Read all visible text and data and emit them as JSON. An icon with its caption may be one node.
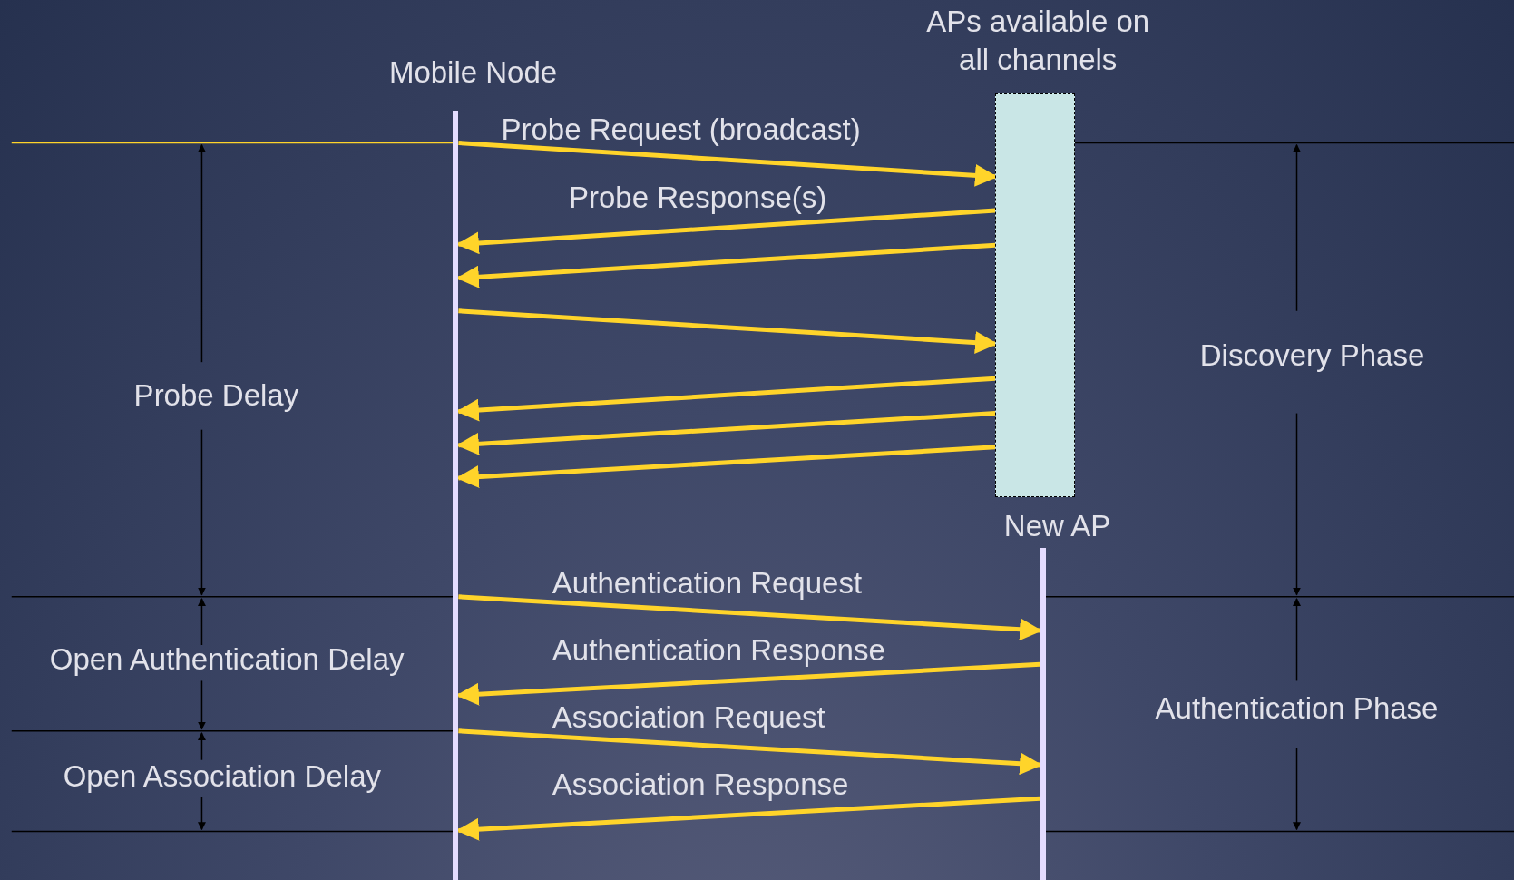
{
  "diagram": {
    "nodes": [
      {
        "text": [
          "Mobile Node"
        ]
      },
      {
        "text": [
          "APs available on all channels"
        ]
      },
      {
        "text": [
          "New AP"
        ]
      }
    ],
    "edges": [
      {
        "from": 0,
        "to": 1,
        "arrow": "to",
        "label": "Probe Request (broadcast)"
      },
      {
        "from": 1,
        "to": 0,
        "arrow": "to",
        "label": "Probe Response(s)"
      },
      {
        "from": 1,
        "to": 0,
        "arrow": "to"
      },
      {
        "from": 0,
        "to": 1,
        "arrow": "to"
      },
      {
        "from": 1,
        "to": 0,
        "arrow": "to"
      },
      {
        "from": 1,
        "to": 0,
        "arrow": "to"
      },
      {
        "from": 1,
        "to": 0,
        "arrow": "to"
      },
      {
        "from": 0,
        "to": 2,
        "arrow": "to",
        "label": "Authentication Request"
      },
      {
        "from": 2,
        "to": 0,
        "arrow": "to",
        "label": "Authentication Response"
      },
      {
        "from": 0,
        "to": 2,
        "arrow": "to",
        "label": "Association Request"
      },
      {
        "from": 2,
        "to": 0,
        "arrow": "to",
        "label": "Association Response"
      }
    ],
    "labels": [
      "Probe Delay",
      "Open Authentication Delay",
      "Open Association Delay",
      "Discovery Phase",
      "Authentication Phase"
    ]
  }
}
